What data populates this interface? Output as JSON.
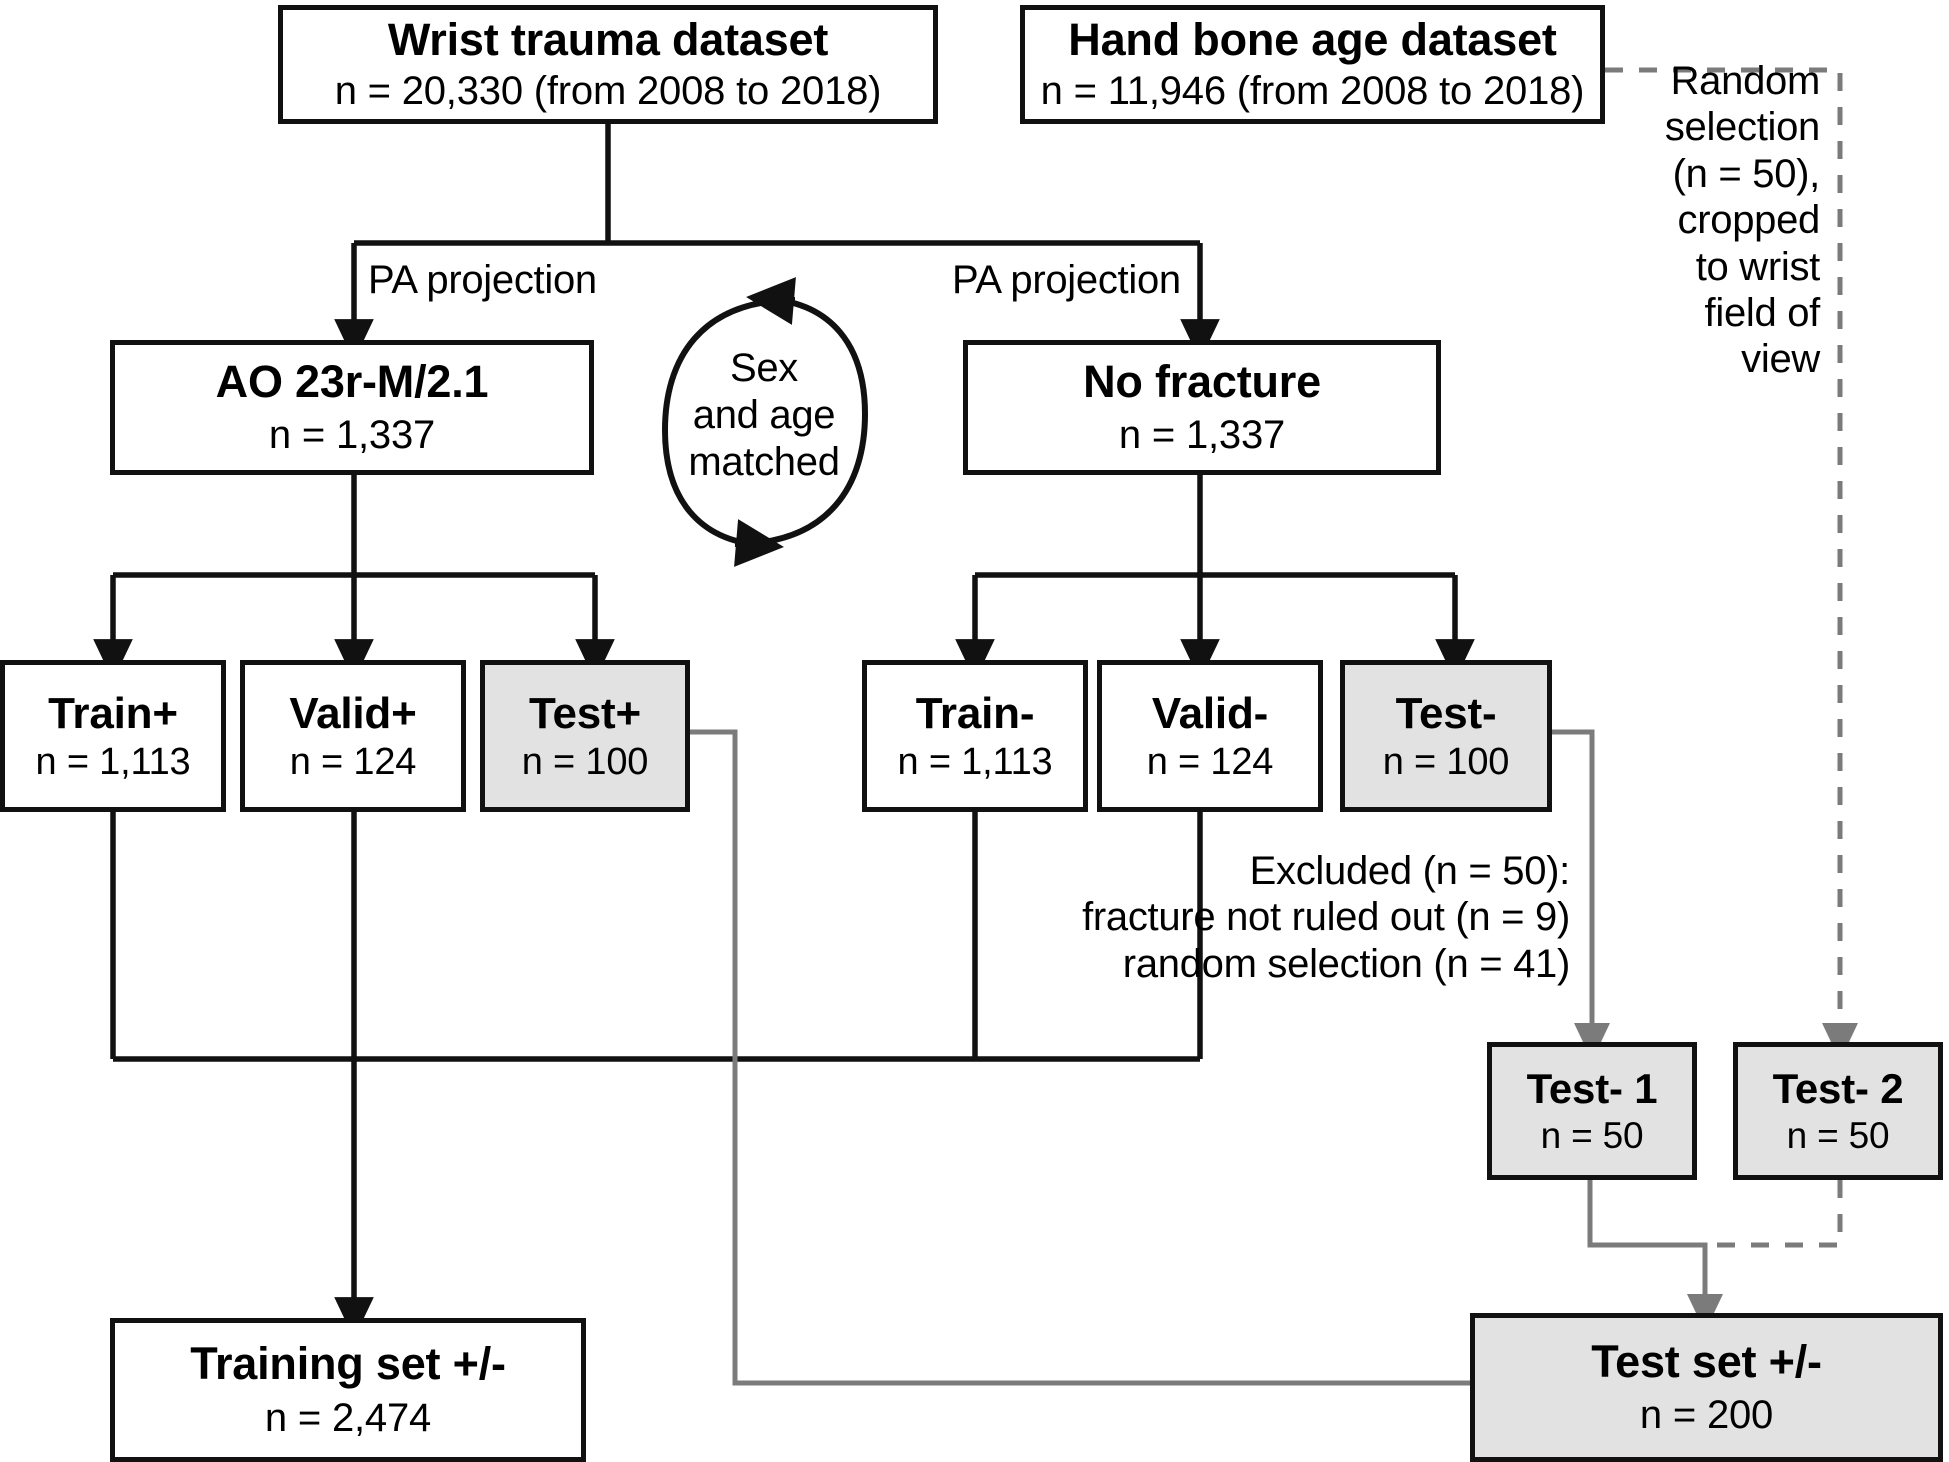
{
  "diagram": {
    "title": "Wrist fracture dataset flow diagram",
    "colors": {
      "black": "#111111",
      "gray_line": "#7b7b7b",
      "shaded_fill": "#e2e2e2",
      "background": "#ffffff"
    },
    "nodes": [
      {
        "id": "wrist_trauma",
        "title": "Wrist trauma dataset",
        "sub": "n = 20,330 (from 2008 to 2018)",
        "shaded": false
      },
      {
        "id": "hand_bone_age",
        "title": "Hand bone age dataset",
        "sub": "n = 11,946 (from 2008 to 2018)",
        "shaded": false
      },
      {
        "id": "ao_class",
        "title": "AO 23r-M/2.1",
        "sub": "n = 1,337",
        "shaded": false
      },
      {
        "id": "no_fracture",
        "title": "No fracture",
        "sub": "n = 1,337",
        "shaded": false
      },
      {
        "id": "train_pos",
        "title": "Train+",
        "sub": "n = 1,113",
        "shaded": false
      },
      {
        "id": "valid_pos",
        "title": "Valid+",
        "sub": "n = 124",
        "shaded": false
      },
      {
        "id": "test_pos",
        "title": "Test+",
        "sub": "n = 100",
        "shaded": true
      },
      {
        "id": "train_neg",
        "title": "Train-",
        "sub": "n = 1,113",
        "shaded": false
      },
      {
        "id": "valid_neg",
        "title": "Valid-",
        "sub": "n = 124",
        "shaded": false
      },
      {
        "id": "test_neg",
        "title": "Test-",
        "sub": "n = 100",
        "shaded": true
      },
      {
        "id": "test_neg_1",
        "title": "Test- 1",
        "sub": "n = 50",
        "shaded": true
      },
      {
        "id": "test_neg_2",
        "title": "Test- 2",
        "sub": "n = 50",
        "shaded": true
      },
      {
        "id": "training_set",
        "title": "Training set +/-",
        "sub": "n = 2,474",
        "shaded": false
      },
      {
        "id": "test_set",
        "title": "Test set +/-",
        "sub": "n = 200",
        "shaded": true
      }
    ],
    "edge_labels": {
      "pa_projection_left": "PA projection",
      "pa_projection_right": "PA projection"
    },
    "cycle_label": {
      "line1": "Sex",
      "line2": "and age",
      "line3": "matched"
    },
    "notes": {
      "random_selection": {
        "line1": "Random",
        "line2": "selection",
        "line3": "(n = 50),",
        "line4": "cropped",
        "line5": "to wrist",
        "line6": "field of",
        "line7": "view"
      },
      "excluded": {
        "line1": "Excluded (n = 50):",
        "line2": "fracture not ruled out (n = 9)",
        "line3": "random selection (n = 41)"
      }
    }
  }
}
